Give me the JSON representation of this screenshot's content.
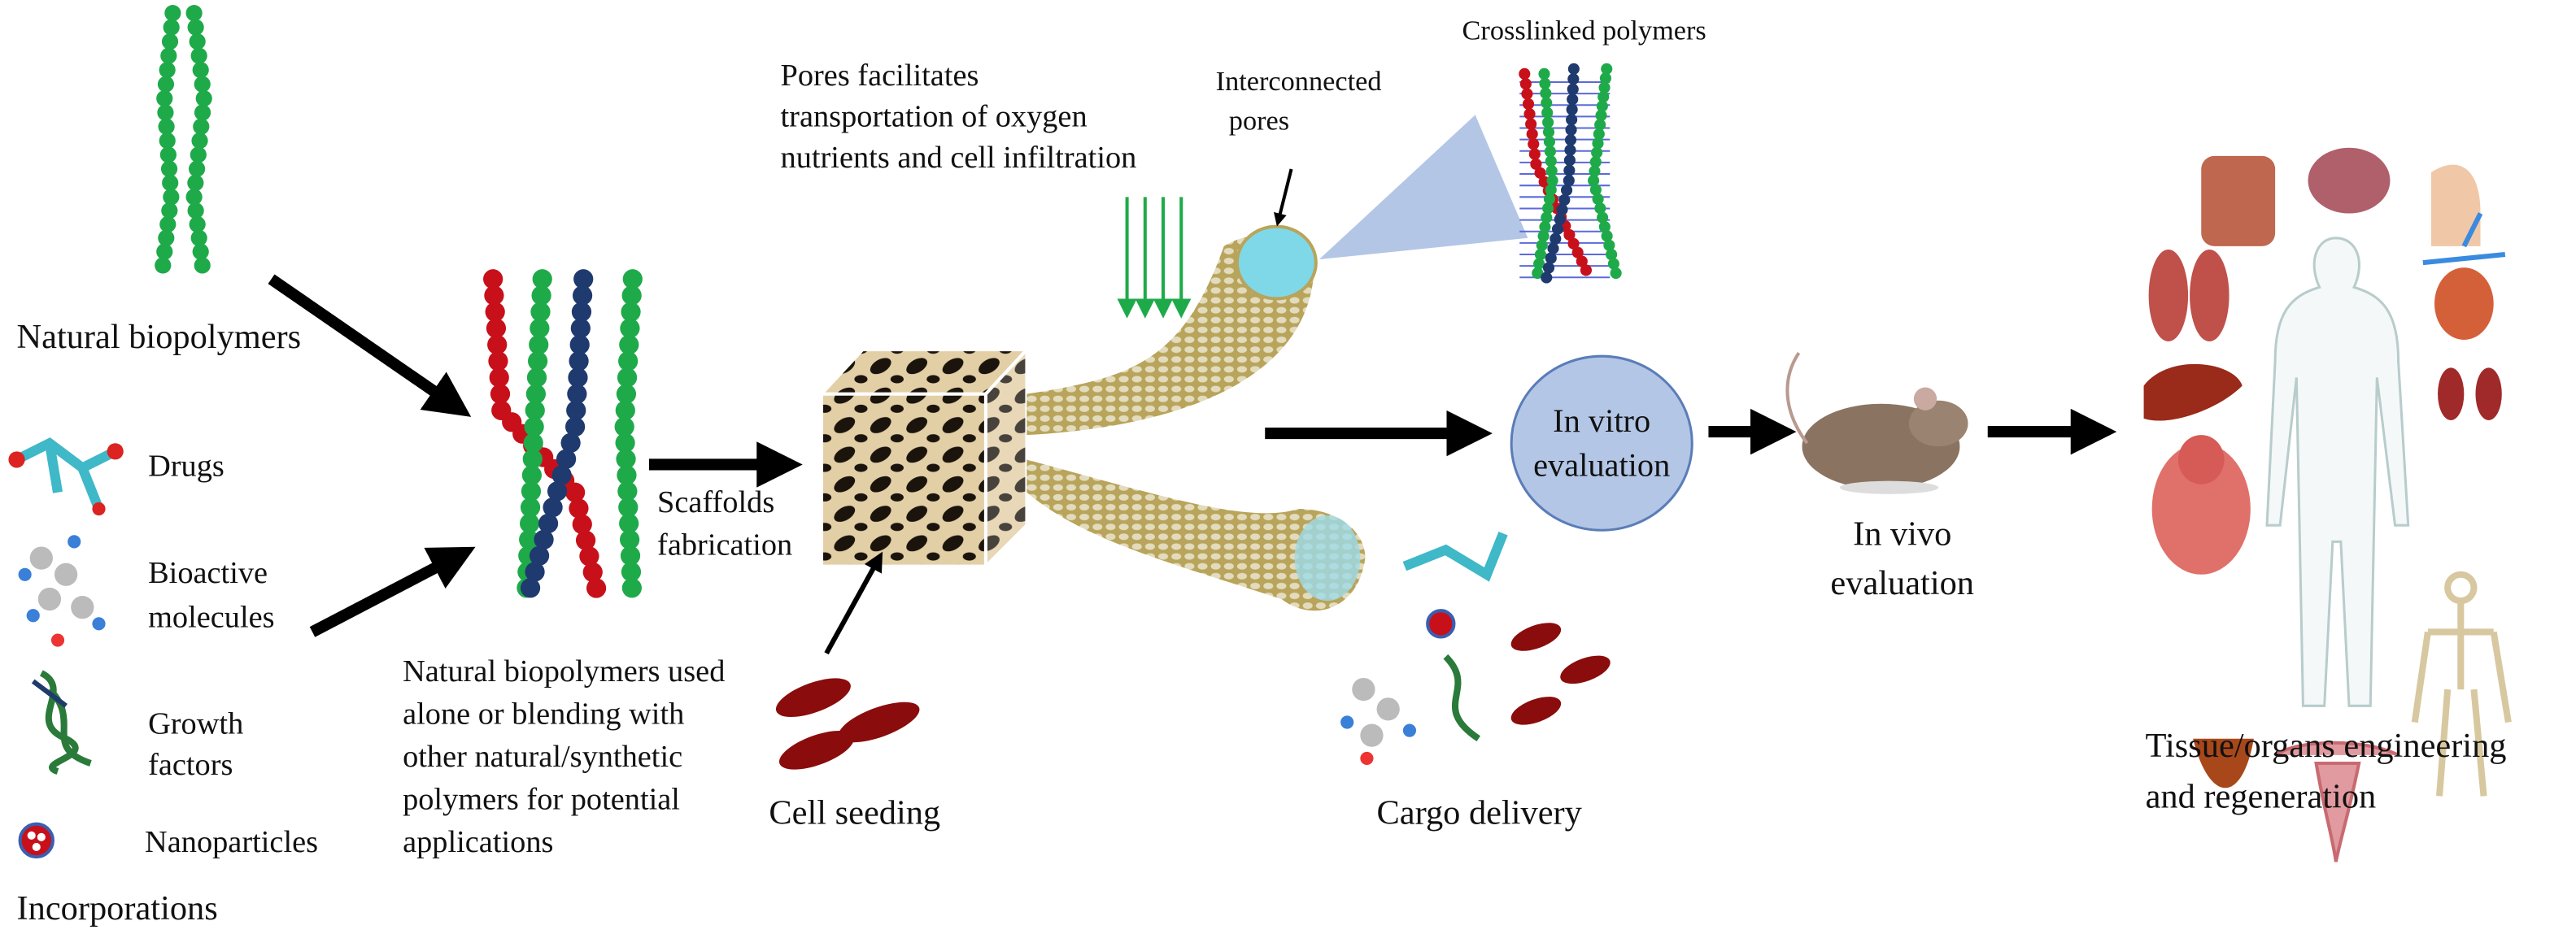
{
  "labels": {
    "natural_biopolymers": "Natural biopolymers",
    "drugs": "Drugs",
    "bioactive_molecules": [
      "Bioactive",
      "molecules"
    ],
    "growth_factors": [
      "Growth",
      "factors"
    ],
    "nanoparticles": "Nanoparticles",
    "incorporations": "Incorporations",
    "blend_description": [
      "Natural biopolymers used",
      "alone or blending with",
      "other natural/synthetic",
      "polymers for potential",
      "applications"
    ],
    "scaffolds_fabrication": [
      "Scaffolds",
      "fabrication"
    ],
    "cell_seeding": "Cell seeding",
    "pores_description": [
      "Pores facilitates",
      "transportation of oxygen",
      "nutrients and cell infiltration"
    ],
    "interconnected_pores": [
      "Interconnected",
      "pores"
    ],
    "crosslinked_polymers": "Crosslinked polymers",
    "cargo_delivery": "Cargo delivery",
    "in_vitro": [
      "In vitro",
      "evaluation"
    ],
    "in_vivo": [
      "In vivo",
      "evaluation"
    ],
    "tissue_engineering": [
      "Tissue/organs engineering",
      "and regeneration"
    ]
  },
  "colors": {
    "green": "#1faa4a",
    "red": "#c8101a",
    "navy": "#1f3a6e",
    "ellipse": "#b3c6e6",
    "scaffold_tube": "#b8a45a",
    "pore": "#7fd8e8",
    "cell": "#8a0c0c"
  }
}
